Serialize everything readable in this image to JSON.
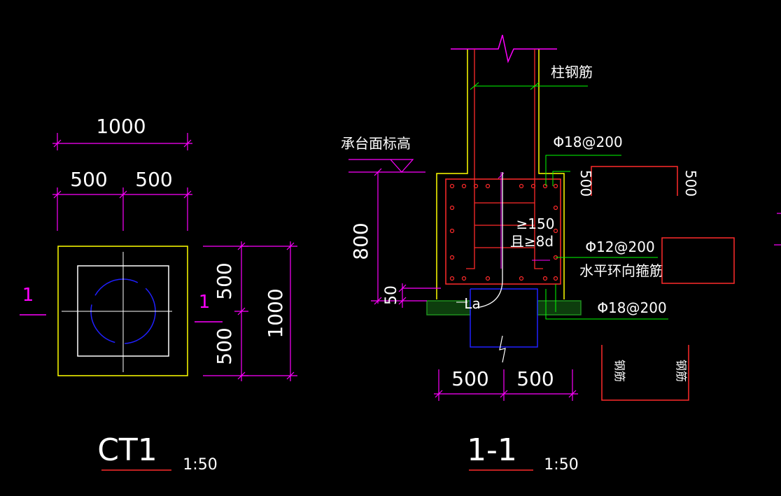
{
  "colors": {
    "background": "#000000",
    "dimension": "#ff00ff",
    "column_outline": "#ffff00",
    "rebar": "#ff2a2a",
    "leader": "#00ff00",
    "center_line": "#ffffff",
    "pile": "#2020ff",
    "cushion": "#1f8f1f",
    "title_underline": "#ff2a2a"
  },
  "plan_view": {
    "dim_total_top": "1000",
    "dim_left_half": "500",
    "dim_right_half": "500",
    "dim_upper_half": "500",
    "dim_lower_half": "500",
    "dim_total_right": "1000",
    "section_mark_left": "1",
    "section_mark_right": "1",
    "title": "CT1",
    "scale": "1:50"
  },
  "section_view": {
    "label_cap_top_elevation": "承台面标高",
    "label_column_rebar": "柱钢筋",
    "label_top_rebar": "Φ18@200",
    "label_anchor_150": "≥150",
    "label_anchor_8d": "且≥8d",
    "label_hoop_spec": "Φ12@200",
    "label_hoop_name": "水平环向箍筋",
    "label_bottom_rebar": "Φ18@200",
    "label_la": "La",
    "dim_height": "800",
    "dim_cover": "50",
    "dim_bottom_left": "500",
    "dim_bottom_right": "500",
    "dim_detail_500_a": "500",
    "dim_detail_500_b": "500",
    "title": "1-1",
    "scale": "1:50"
  },
  "detail_labels": {
    "left": "钢筋",
    "right": "钢筋"
  }
}
